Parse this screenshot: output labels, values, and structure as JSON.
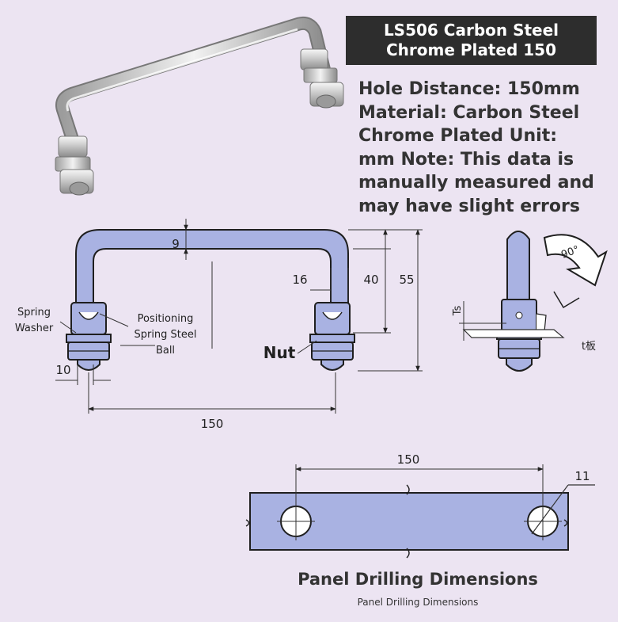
{
  "title": {
    "line1": "LS506 Carbon Steel",
    "line2": "Chrome Plated 150"
  },
  "specs": {
    "lines": [
      "Hole Distance: 150mm",
      "Material: Carbon Steel",
      "Chrome Plated Unit:",
      "mm Note: This data is",
      "manually measured and",
      "may have slight errors"
    ]
  },
  "handle_drawing": {
    "dim_bar_thickness": "9",
    "dim_leg_width": "16",
    "dim_inner_height": "40",
    "dim_total_height": "55",
    "dim_base_width": "10",
    "dim_hole_distance": "150",
    "label_spring_washer": [
      "Spring",
      "Washer"
    ],
    "label_ball": [
      "Positioning",
      "Spring Steel",
      "Ball"
    ],
    "label_nut": "Nut"
  },
  "side_view": {
    "rotation_label": "90°",
    "ts_label": "Ts",
    "thickness_label": "t板"
  },
  "panel": {
    "dim_hole_distance": "150",
    "dim_hole_diameter": "11",
    "heading": "Panel Drilling Dimensions",
    "subheading": "Panel Drilling Dimensions"
  },
  "colors": {
    "background": "#ece4f2",
    "part_fill": "#a9b2e2",
    "outline": "#1f1f1f",
    "title_bg": "#2d2d2d",
    "text_dark": "#333333"
  }
}
